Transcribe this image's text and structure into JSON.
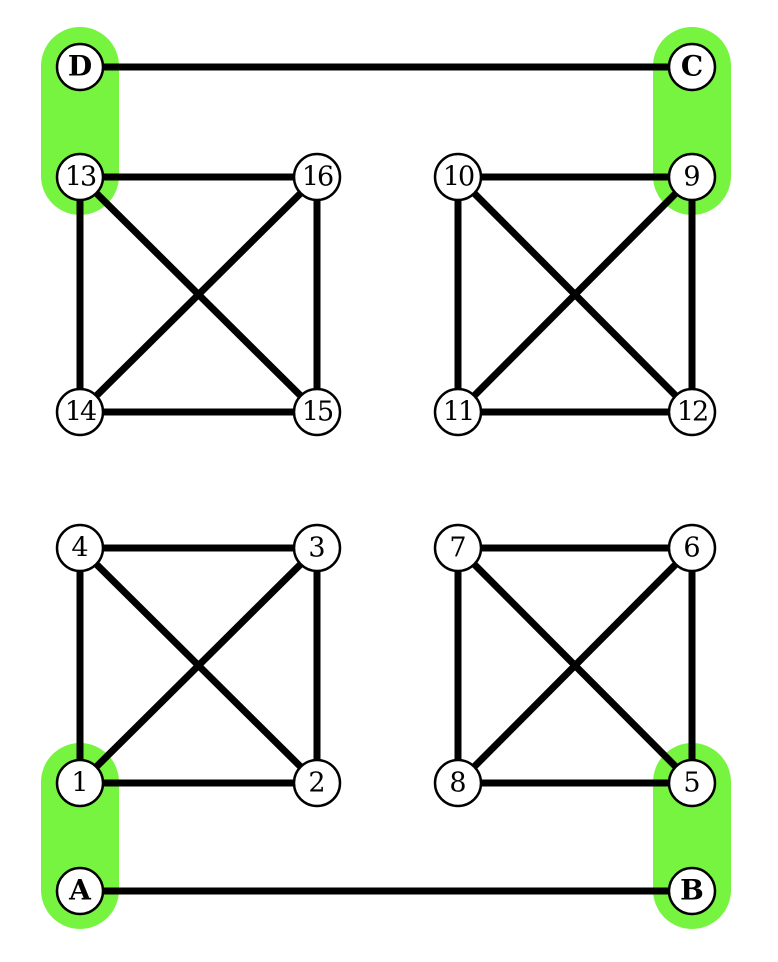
{
  "colors": {
    "highlight": "#76f43f",
    "edge": "#000000",
    "node_fill": "#ffffff",
    "node_stroke": "#000000"
  },
  "nodes": [
    {
      "id": "D",
      "label": "D",
      "terminal": true
    },
    {
      "id": "C",
      "label": "C",
      "terminal": true
    },
    {
      "id": "A",
      "label": "A",
      "terminal": true
    },
    {
      "id": "B",
      "label": "B",
      "terminal": true
    },
    {
      "id": "13",
      "label": "13"
    },
    {
      "id": "16",
      "label": "16"
    },
    {
      "id": "14",
      "label": "14"
    },
    {
      "id": "15",
      "label": "15"
    },
    {
      "id": "10",
      "label": "10"
    },
    {
      "id": "9",
      "label": "9"
    },
    {
      "id": "11",
      "label": "11"
    },
    {
      "id": "12",
      "label": "12"
    },
    {
      "id": "4",
      "label": "4"
    },
    {
      "id": "3",
      "label": "3"
    },
    {
      "id": "1",
      "label": "1"
    },
    {
      "id": "2",
      "label": "2"
    },
    {
      "id": "7",
      "label": "7"
    },
    {
      "id": "6",
      "label": "6"
    },
    {
      "id": "8",
      "label": "8"
    },
    {
      "id": "5",
      "label": "5"
    }
  ],
  "edges": [
    [
      "D",
      "C"
    ],
    [
      "A",
      "B"
    ],
    [
      "13",
      "16"
    ],
    [
      "13",
      "14"
    ],
    [
      "13",
      "15"
    ],
    [
      "16",
      "14"
    ],
    [
      "16",
      "15"
    ],
    [
      "14",
      "15"
    ],
    [
      "10",
      "9"
    ],
    [
      "10",
      "11"
    ],
    [
      "10",
      "12"
    ],
    [
      "9",
      "11"
    ],
    [
      "9",
      "12"
    ],
    [
      "11",
      "12"
    ],
    [
      "4",
      "3"
    ],
    [
      "4",
      "1"
    ],
    [
      "4",
      "2"
    ],
    [
      "3",
      "1"
    ],
    [
      "3",
      "2"
    ],
    [
      "1",
      "2"
    ],
    [
      "7",
      "6"
    ],
    [
      "7",
      "8"
    ],
    [
      "7",
      "5"
    ],
    [
      "6",
      "8"
    ],
    [
      "6",
      "5"
    ],
    [
      "8",
      "5"
    ]
  ],
  "highlight_groups": [
    [
      "D",
      "13"
    ],
    [
      "C",
      "9"
    ],
    [
      "1",
      "A"
    ],
    [
      "5",
      "B"
    ]
  ]
}
